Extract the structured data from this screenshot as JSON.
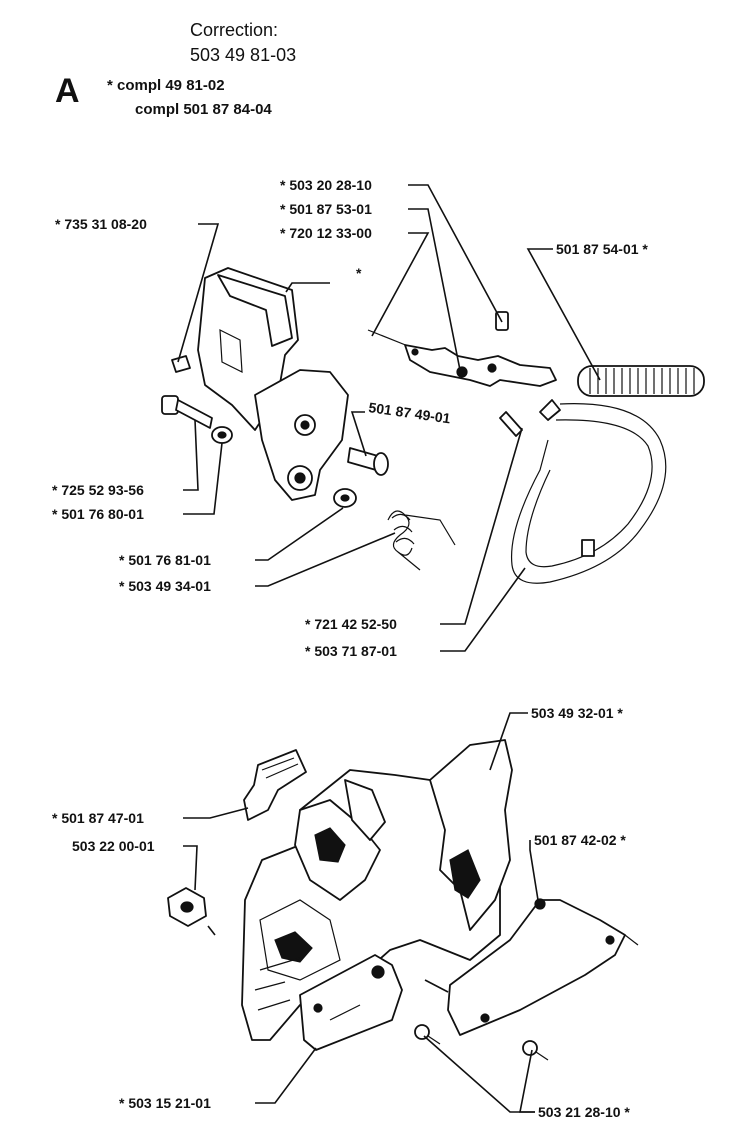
{
  "header": {
    "correction_label": "Correction:",
    "correction_number": "503 49 81-03",
    "section_letter": "A",
    "compl_1": "*  compl 49 81-02",
    "compl_2": "compl 501 87 84-04"
  },
  "parts": {
    "p735310820": "*  735 31 08-20",
    "p503202810": "*  503 20 28-10",
    "p501875301": "*  501 87 53-01",
    "p720123300": "*  720 12 33-00",
    "p501875401": "501 87 54-01  *",
    "asterisk": "*",
    "p501874901": "501 87 49-01",
    "p725529356": "*  725 52 93-56",
    "p501768001": "*  501 76 80-01",
    "p501768101": "*  501 76 81-01",
    "p503493401": "*  503 49 34-01",
    "p721425250": "*  721 42 52-50",
    "p503718701": "*  503 71 87-01",
    "p503493201": "503 49 32-01  *",
    "p501874701": "*  501 87 47-01",
    "p503220001": "503 22 00-01",
    "p501874202": "501 87 42-02  *",
    "p503152101": "*  503 15 21-01",
    "p503212810": "503 21 28-10  *"
  }
}
